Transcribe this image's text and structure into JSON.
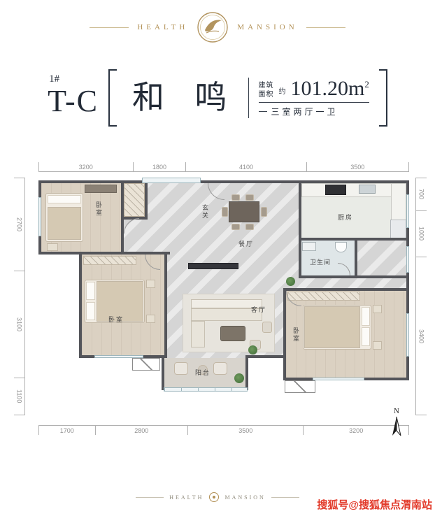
{
  "brand": {
    "left": "HEALTH",
    "right": "MANSION"
  },
  "title": {
    "unit_no": "1#",
    "unit_type": "T-C",
    "name": "和 鸣",
    "area_label_line1": "建筑",
    "area_label_line2": "面积",
    "approx": "约",
    "area_value": "101.20m",
    "area_sup": "2",
    "layout": "三室两厅一卫"
  },
  "plan": {
    "rooms": {
      "bedroom_tl": "卧室",
      "entry": "玄关",
      "dining": "餐厅",
      "kitchen": "厨房",
      "bath": "卫生间",
      "living": "客厅",
      "bedroom_ml": "卧室",
      "bedroom_br": "卧室",
      "balcony": "阳台"
    },
    "dims_top": [
      "3200",
      "1800",
      "4100",
      "3500"
    ],
    "dims_left": [
      "2700",
      "3100",
      "1100"
    ],
    "dims_right": [
      "700",
      "1000",
      "3400"
    ],
    "dims_bottom": [
      "1700",
      "2800",
      "3500",
      "3200"
    ],
    "north": "N"
  },
  "footer": {
    "left": "HEALTH",
    "right": "MANSION"
  },
  "watermark": "搜狐号@搜狐焦点渭南站",
  "colors": {
    "gold": "#b2945f",
    "ink": "#232b37",
    "wall": "#54555a",
    "watermark_red": "#e23a2a"
  }
}
